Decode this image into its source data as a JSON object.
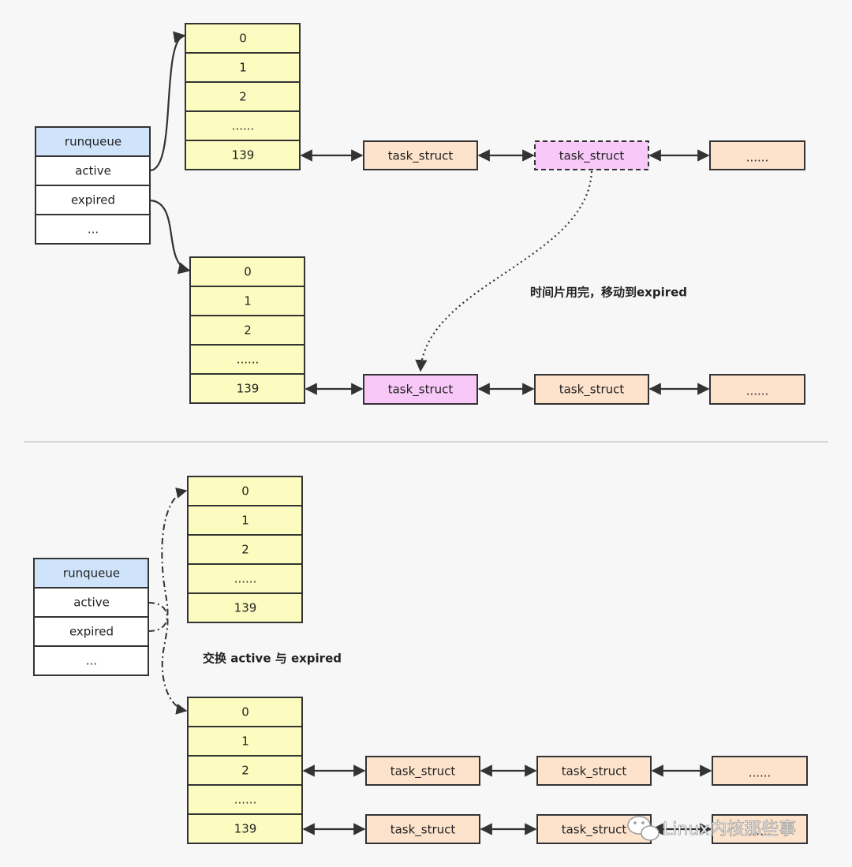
{
  "top": {
    "runqueue": {
      "title": "runqueue",
      "fields": [
        "active",
        "expired",
        "..."
      ]
    },
    "active_array": {
      "cells": [
        "0",
        "1",
        "2",
        "......",
        "139"
      ]
    },
    "expired_array": {
      "cells": [
        "0",
        "1",
        "2",
        "......",
        "139"
      ]
    },
    "active_list": [
      "task_struct",
      "task_struct",
      "......"
    ],
    "expired_list": [
      "task_struct",
      "task_struct",
      "......"
    ],
    "move_note": "时间片用完，移动到expired"
  },
  "bottom": {
    "runqueue": {
      "title": "runqueue",
      "fields": [
        "active",
        "expired",
        "..."
      ]
    },
    "array_a": {
      "cells": [
        "0",
        "1",
        "2",
        "......",
        "139"
      ]
    },
    "array_b": {
      "cells": [
        "0",
        "1",
        "2",
        "......",
        "139"
      ]
    },
    "swap_note": "交换 active 与 expired",
    "list_row2": [
      "task_struct",
      "task_struct",
      "......"
    ],
    "list_row139": [
      "task_struct",
      "task_struct",
      "......"
    ]
  },
  "watermark": "Linux内核那些事",
  "colors": {
    "array_fill": "#fdfcc0",
    "runqueue_header": "#cfe4fb",
    "task_fill": "#fde3cc",
    "moved_task_fill": "#f8c8f8",
    "stroke": "#333333"
  }
}
